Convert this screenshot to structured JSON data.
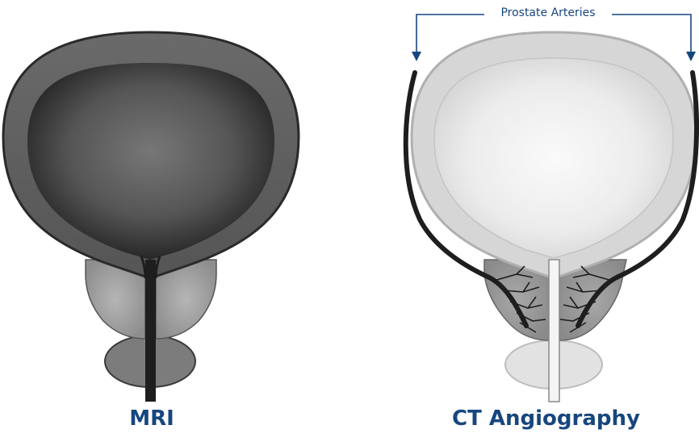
{
  "callout": {
    "label": "Prostate Arteries"
  },
  "panels": [
    {
      "caption": "MRI"
    },
    {
      "caption": "CT Angiography"
    }
  ],
  "colors": {
    "caption": "#17467f",
    "callout_line": "#17467f",
    "mri_bladder": "#2c2c2c",
    "ct_bladder": "#e4e4e4",
    "artery": "#1e1e1e"
  }
}
